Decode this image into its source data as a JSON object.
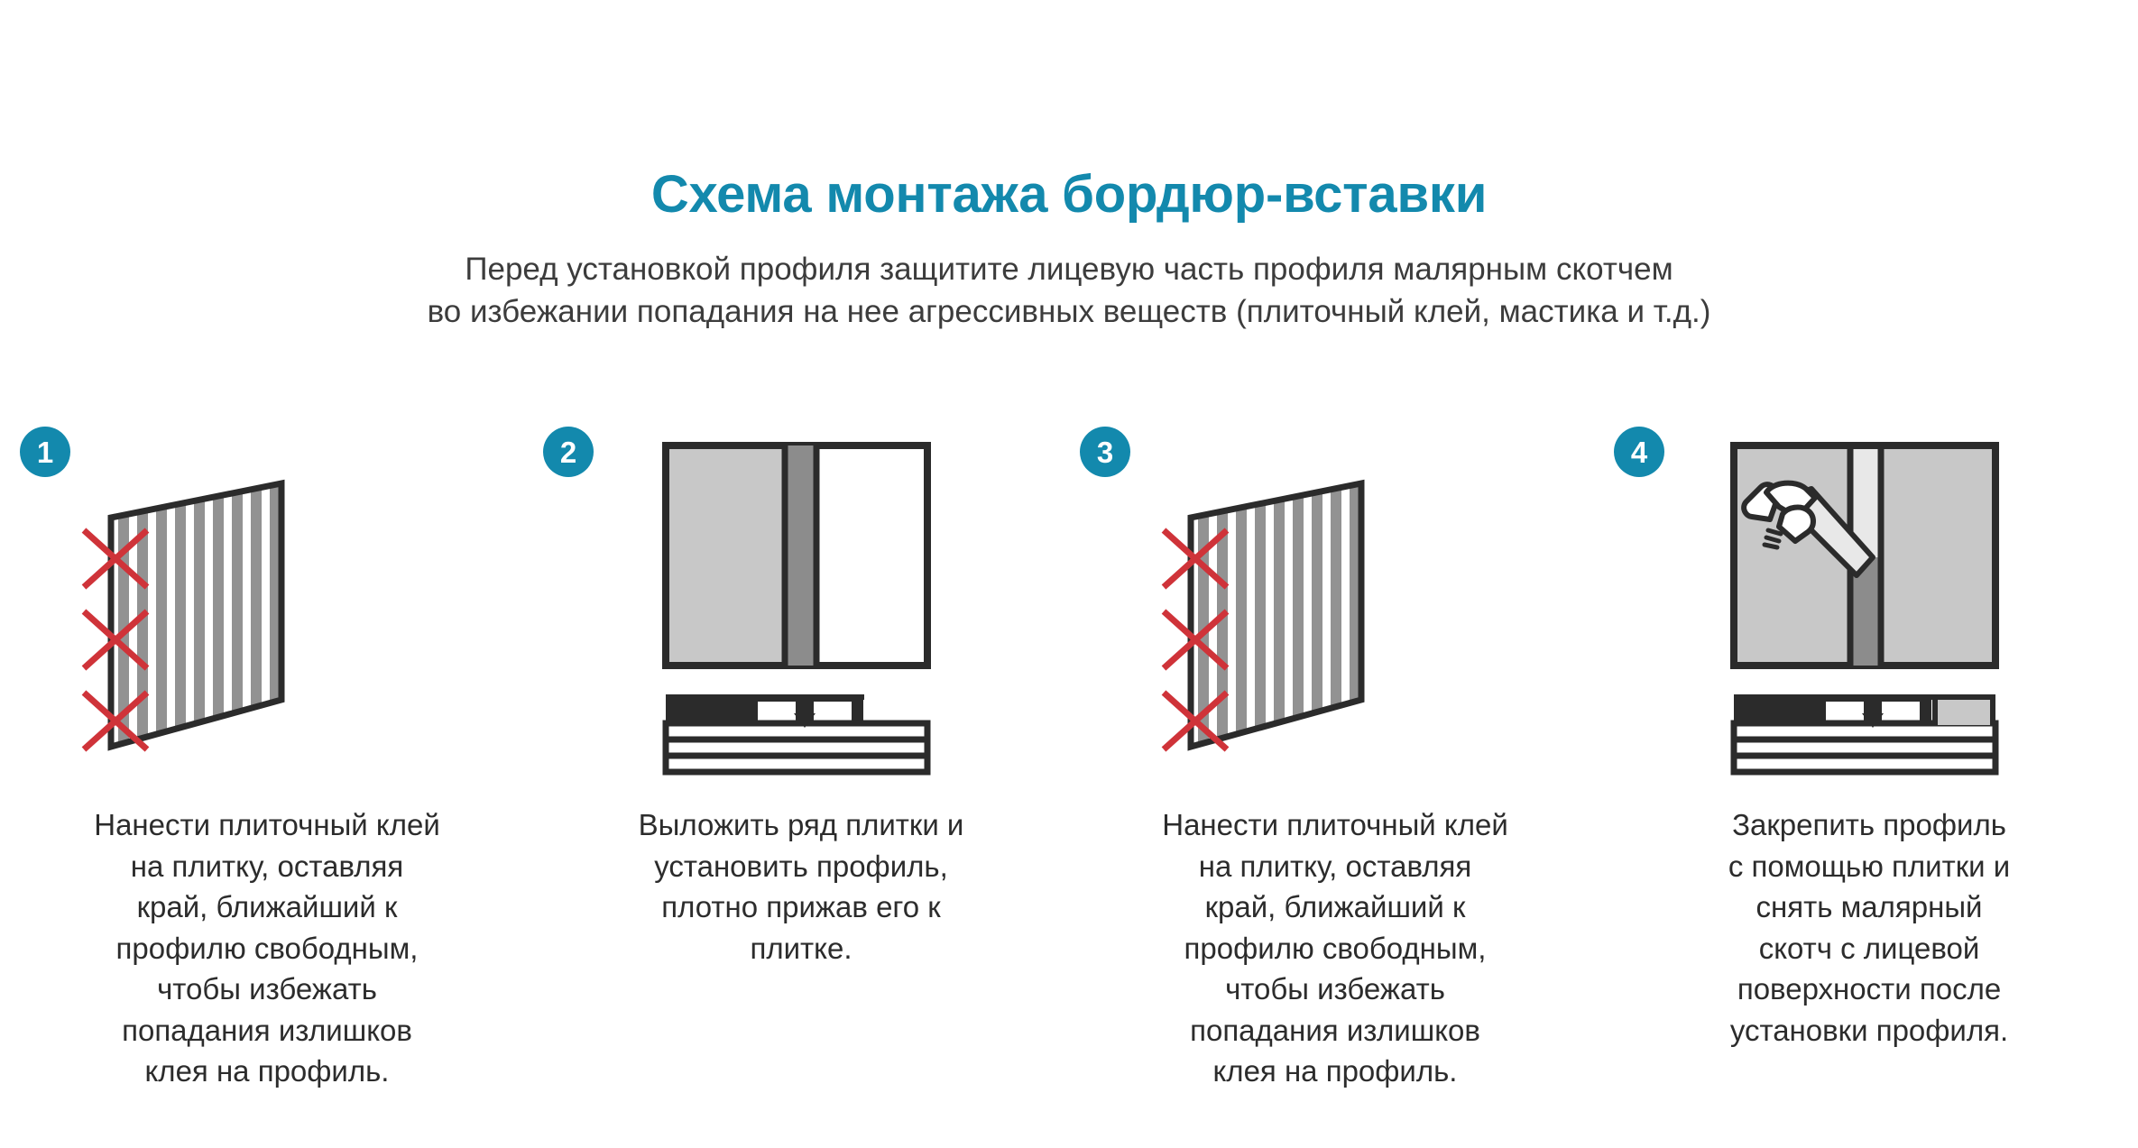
{
  "header": {
    "title": "Схема монтажа бордюр-вставки",
    "subtitle_lines": [
      "Перед установкой профиля защитите лицевую часть профиля малярным скотчем",
      "во избежании попадания на нее агрессивных веществ (плиточный клей, мастика и т.д.)"
    ]
  },
  "colors": {
    "accent": "#1389ad",
    "title": "#1389ad",
    "warning_x": "#cf3339",
    "outline": "#2b2b2b",
    "tile_light": "#c8c8c8",
    "tile_mid": "#9a9a9a",
    "profile_dark": "#8c8c8c",
    "adhesive_stripe": "#929292",
    "tape_light": "#e8e8e8",
    "background": "#ffffff",
    "text": "#2c2c2c"
  },
  "steps": [
    {
      "number": "1",
      "badge_label": "1",
      "illustration": "perspective-tile-with-adhesive-ridges-and-red-x-marks",
      "caption_lines": [
        "Нанести плиточный клей",
        "на плитку, оставляя",
        "край, ближайший к",
        "профилю свободным,",
        "чтобы избежать",
        "попадания излишков",
        "клея на профиль."
      ]
    },
    {
      "number": "2",
      "badge_label": "2",
      "illustration": "front-view-tile-profile-tile-with-section-and-press-arrow",
      "caption_lines": [
        "Выложить ряд плитки и",
        "установить профиль,",
        "плотно прижав его к",
        "плитке."
      ]
    },
    {
      "number": "3",
      "badge_label": "3",
      "illustration": "perspective-tile-with-adhesive-ridges-and-red-x-marks",
      "caption_lines": [
        "Нанести плиточный клей",
        "на плитку, оставляя",
        "край, ближайший к",
        "профилю свободным,",
        "чтобы избежать",
        "попадания излишков",
        "клея на профиль."
      ]
    },
    {
      "number": "4",
      "badge_label": "4",
      "illustration": "hand-peeling-masking-tape-from-profile-with-section",
      "caption_lines": [
        "Закрепить профиль",
        "с помощью плитки и",
        "снять малярный",
        "скотч с лицевой",
        "поверхности после",
        "установки профиля."
      ]
    }
  ]
}
